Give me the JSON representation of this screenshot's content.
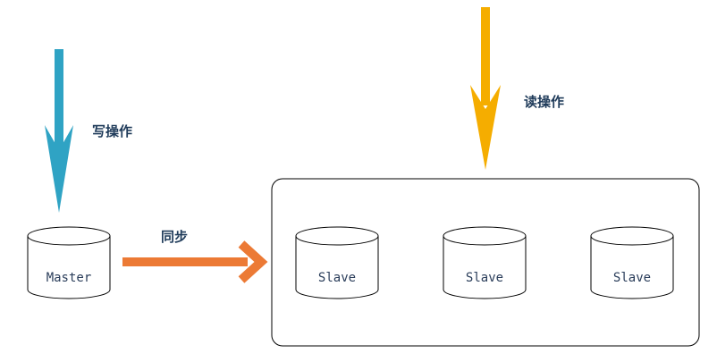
{
  "labels": {
    "write": "写操作",
    "read": "读操作",
    "sync": "同步"
  },
  "master": {
    "label": "Master"
  },
  "slaves": [
    {
      "label": "Slave"
    },
    {
      "label": "Slave"
    },
    {
      "label": "Slave"
    }
  ],
  "colors": {
    "write_arrow": "#2fa3c4",
    "read_arrow": "#f5ad00",
    "sync_arrow": "#ec7a35",
    "text": "#1f3b5a",
    "outline": "#000000"
  }
}
